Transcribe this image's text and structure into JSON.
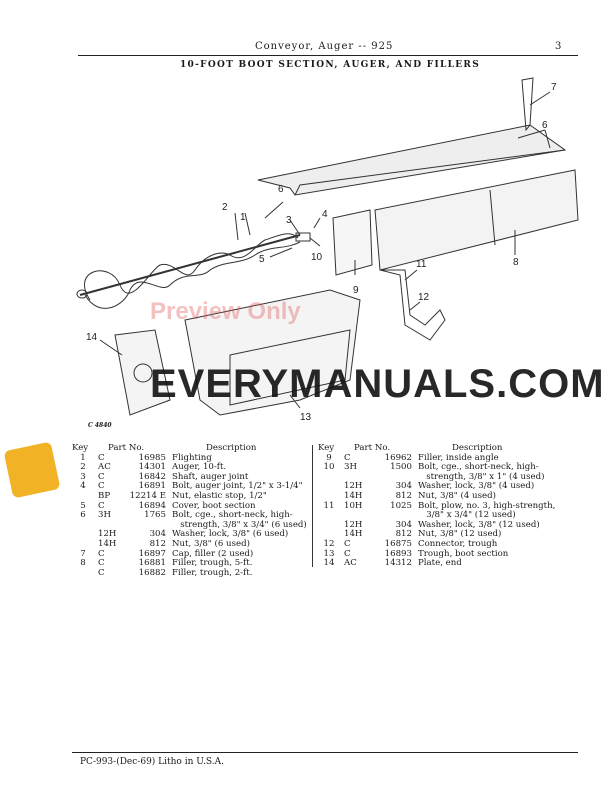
{
  "header": {
    "title": "Conveyor, Auger -- 925",
    "page": "3",
    "subtitle": "10-FOOT BOOT SECTION, AUGER, AND FILLERS"
  },
  "figure": {
    "label": "C 4840",
    "callouts": [
      "1",
      "2",
      "3",
      "4",
      "5",
      "6",
      "6",
      "7",
      "8",
      "9",
      "10",
      "11",
      "12",
      "13",
      "14"
    ]
  },
  "table": {
    "headers": {
      "key": "Key",
      "part_no": "Part No.",
      "description": "Description"
    },
    "left": [
      {
        "key": "1",
        "prefix": "C",
        "number": "16985",
        "description": "Flighting"
      },
      {
        "key": "2",
        "prefix": "AC",
        "number": "14301",
        "description": "Auger, 10-ft."
      },
      {
        "key": "3",
        "prefix": "C",
        "number": "16842",
        "description": "Shaft, auger joint"
      },
      {
        "key": "4",
        "prefix": "C",
        "number": "16891",
        "description": "Bolt, auger joint, 1/2\" x 3-1/4\""
      },
      {
        "key": "",
        "prefix": "BP",
        "number": "12214 E",
        "description": "Nut, elastic stop, 1/2\""
      },
      {
        "key": "5",
        "prefix": "C",
        "number": "16894",
        "description": "Cover, boot section"
      },
      {
        "key": "6",
        "prefix": "3H",
        "number": "1765",
        "description": "Bolt, cge., short-neck, high-"
      },
      {
        "key": "",
        "prefix": "",
        "number": "",
        "description": "   strength, 3/8\" x 3/4\" (6 used)"
      },
      {
        "key": "",
        "prefix": "12H",
        "number": "304",
        "description": "Washer, lock, 3/8\" (6 used)"
      },
      {
        "key": "",
        "prefix": "14H",
        "number": "812",
        "description": "Nut, 3/8\" (6 used)"
      },
      {
        "key": "7",
        "prefix": "C",
        "number": "16897",
        "description": "Cap, filler (2 used)"
      },
      {
        "key": "8",
        "prefix": "C",
        "number": "16881",
        "description": "Filler, trough, 5-ft."
      },
      {
        "key": "",
        "prefix": "C",
        "number": "16882",
        "description": "Filler, trough, 2-ft."
      }
    ],
    "right": [
      {
        "key": "9",
        "prefix": "C",
        "number": "16962",
        "description": "Filler, inside angle"
      },
      {
        "key": "10",
        "prefix": "3H",
        "number": "1500",
        "description": "Bolt, cge., short-neck, high-"
      },
      {
        "key": "",
        "prefix": "",
        "number": "",
        "description": "   strength, 3/8\" x 1\" (4 used)"
      },
      {
        "key": "",
        "prefix": "12H",
        "number": "304",
        "description": "Washer, lock, 3/8\" (4 used)"
      },
      {
        "key": "",
        "prefix": "14H",
        "number": "812",
        "description": "Nut, 3/8\" (4 used)"
      },
      {
        "key": "11",
        "prefix": "10H",
        "number": "1025",
        "description": "Bolt, plow, no. 3, high-strength,"
      },
      {
        "key": "",
        "prefix": "",
        "number": "",
        "description": "   3/8\" x 3/4\" (12 used)"
      },
      {
        "key": "",
        "prefix": "12H",
        "number": "304",
        "description": "Washer, lock, 3/8\" (12 used)"
      },
      {
        "key": "",
        "prefix": "14H",
        "number": "812",
        "description": "Nut, 3/8\" (12 used)"
      },
      {
        "key": "12",
        "prefix": "C",
        "number": "16875",
        "description": "Connector, trough"
      },
      {
        "key": "13",
        "prefix": "C",
        "number": "16893",
        "description": "Trough, boot section"
      },
      {
        "key": "14",
        "prefix": "AC",
        "number": "14312",
        "description": "Plate, end"
      }
    ]
  },
  "footer": {
    "text": "PC-993-(Dec-69)  Litho in U.S.A."
  },
  "watermark": {
    "main": "EVERYMANUALS.COM",
    "preview": "Preview Only",
    "color": "#111111",
    "accent": "#f0a500"
  }
}
